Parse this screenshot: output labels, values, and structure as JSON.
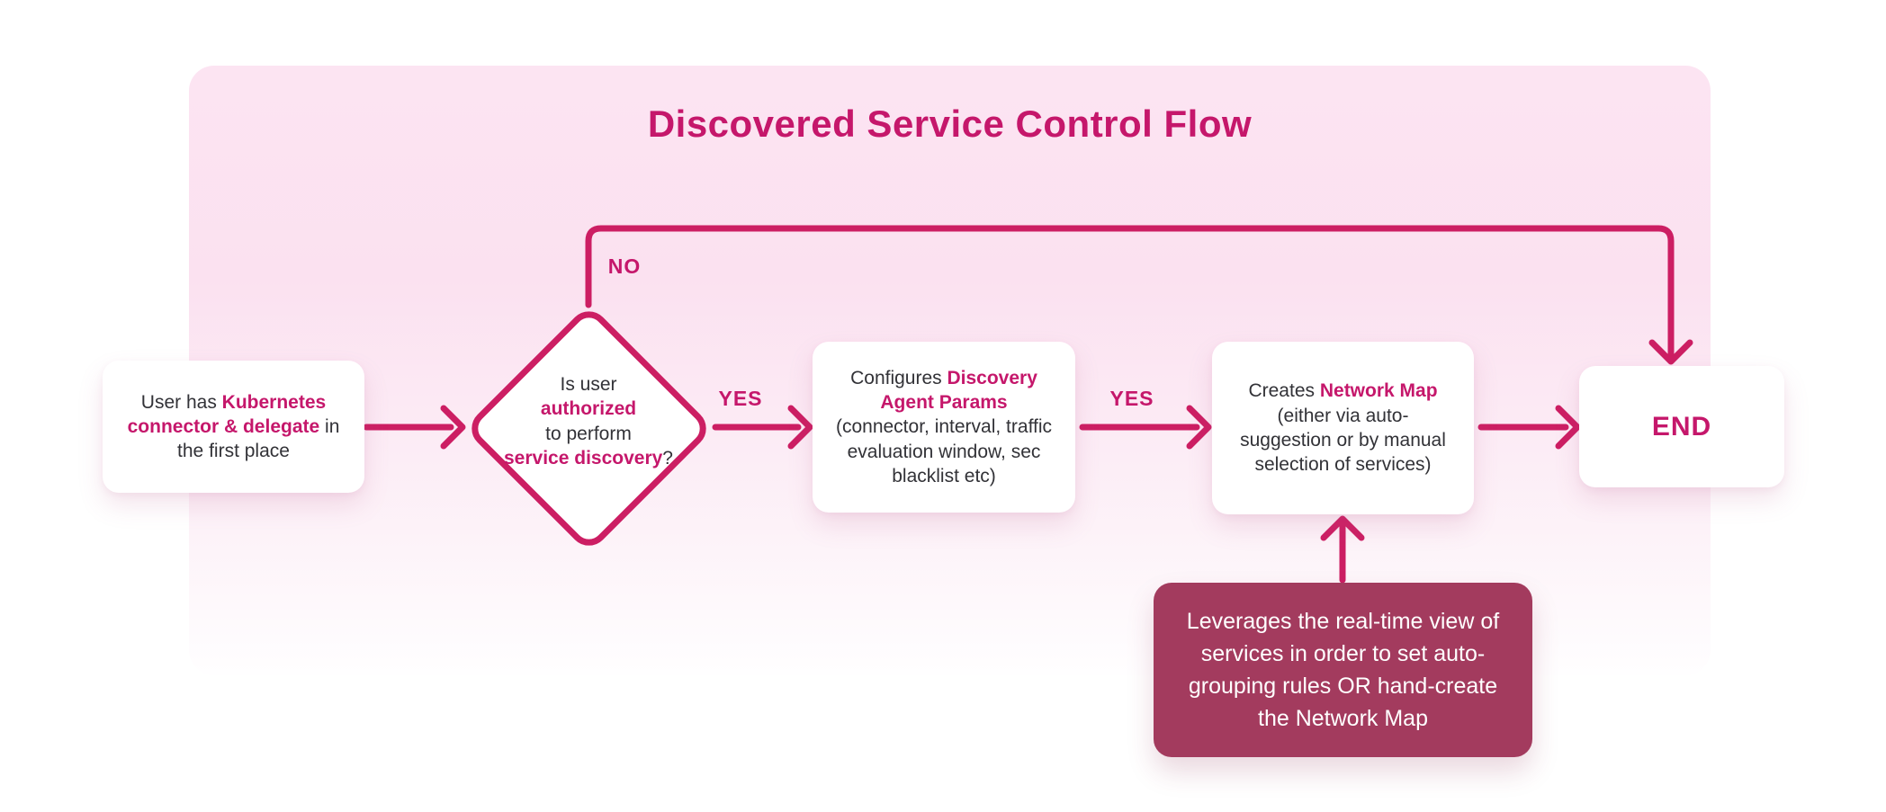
{
  "title": "Discovered Service Control Flow",
  "colors": {
    "accent_text": "#c5176b",
    "accent_stroke": "#cc1e63",
    "panel_pink": "#fce4f2",
    "note_background": "#a33b5e",
    "node_background": "#ffffff",
    "body_text": "#323237",
    "note_text": "#ffffff"
  },
  "flow": {
    "start": {
      "pre": "User has ",
      "em": "Kubernetes connector & delegate",
      "post": " in the first place"
    },
    "decision": {
      "line1": "Is user",
      "line2": "authorized",
      "line3": "to perform",
      "line4_em": "service discovery",
      "line4_tail": "?"
    },
    "configure": {
      "pre": "Configures ",
      "em": "Discovery Agent Params",
      "post": " (connector, interval, traffic evaluation window, sec blacklist etc)"
    },
    "create": {
      "pre": "Creates ",
      "em": "Network Map",
      "post": " (either via auto-suggestion or by manual selection of services)"
    },
    "end_label": "END",
    "note": "Leverages the real-time view of services in order to set auto-grouping rules OR hand-create the Network Map"
  },
  "edge_labels": {
    "yes_after_decision": "YES",
    "yes_after_configure": "YES",
    "no_branch": "NO"
  }
}
